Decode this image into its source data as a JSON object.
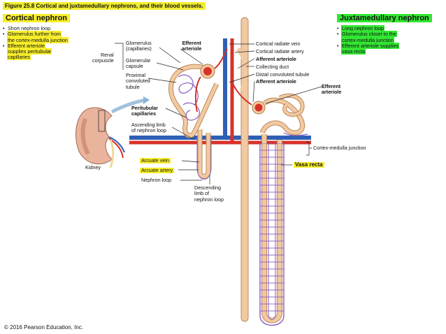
{
  "figure_title": "Figure 25.8 Cortical and juxtamedullary nephrons, and their blood vessels.",
  "cortical": {
    "title": "Cortical nephron",
    "bullets": [
      [
        "Short nephron loop"
      ],
      [
        "Glomerulus further from",
        "the cortex-medulla junction"
      ],
      [
        "Efferent arteriole",
        "supplies peritubular",
        "capillaries"
      ]
    ]
  },
  "juxtamedullary": {
    "title": "Juxtamedullary nephron",
    "bullets": [
      [
        "Long nephron loop"
      ],
      [
        "Glomerulus closer to the",
        "cortex-medulla junction"
      ],
      [
        "Efferent arteriole supplies",
        "vasa recta"
      ]
    ]
  },
  "labels": {
    "renal_corpuscle": [
      "Renal",
      "corpuscle"
    ],
    "glomerulus": "Glomerulus",
    "capillaries": "(capillaries)",
    "glomerular_capsule": [
      "Glomerular",
      "capsule"
    ],
    "efferent_arteriole_top": [
      "Efferent",
      "arteriole"
    ],
    "proximal_convoluted_tubule": [
      "Proximal",
      "convoluted",
      "tubule"
    ],
    "peritubular_capillaries": [
      "Peritubular",
      "capillaries"
    ],
    "ascending_limb": [
      "Ascending limb",
      "of nephron loop"
    ],
    "kidney": "Kidney",
    "arcuate_vein": "Arcuate vein",
    "arcuate_artery": "Arcuate artery",
    "nephron_loop": "Nephron loop",
    "descending_limb": [
      "Descending",
      "limb of",
      "nephron loop"
    ],
    "cortical_radiate_vein": "Cortical radiate vein",
    "cortical_radiate_artery": "Cortical radiate artery",
    "afferent_arteriole_1": "Afferent arteriole",
    "collecting_duct": "Collecting duct",
    "distal_convoluted_tubule": "Distal convoluted tubule",
    "afferent_arteriole_2": "Afferent arteriole",
    "efferent_arteriole_right": [
      "Efferent",
      "arteriole"
    ],
    "cortex_medulla_junction": "Cortex-medulla junction",
    "vasa_recta": "Vasa recta"
  },
  "copyright": "© 2016 Pearson Education, Inc.",
  "colors": {
    "highlight_yellow": "#f7ee2b",
    "highlight_green": "#33e633",
    "tubule": "#f2c9a0",
    "tubule_outline": "#b98a5c",
    "artery": "#d7322a",
    "vein": "#2f5fb5",
    "capillary": "#8a5cc2"
  }
}
